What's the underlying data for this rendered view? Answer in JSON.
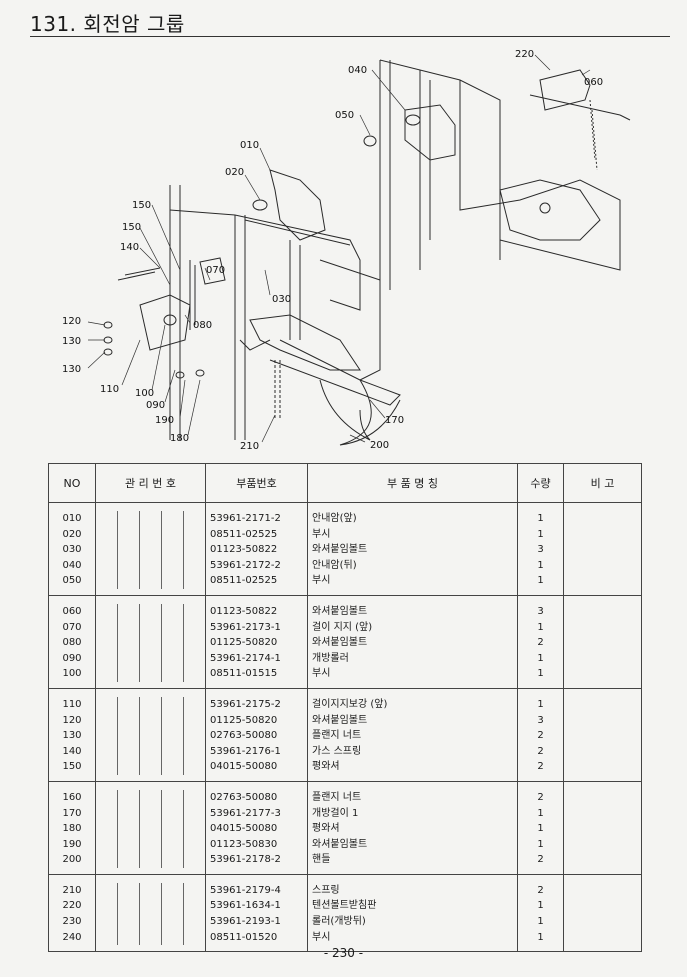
{
  "header": {
    "title": "131. 회전암 그룹"
  },
  "diagram": {
    "callouts": [
      "220",
      "060",
      "040",
      "050",
      "010",
      "020",
      "150",
      "150",
      "140",
      "070",
      "030",
      "080",
      "120",
      "130",
      "130",
      "110",
      "100",
      "090",
      "190",
      "180",
      "210",
      "200",
      "170"
    ]
  },
  "table": {
    "headers": {
      "no": "NO",
      "mgmt": "관 리 번 호",
      "partno": "부품번호",
      "name": "부   품   명   칭",
      "qty": "수량",
      "note": "비  고"
    },
    "groups": [
      [
        {
          "no": "010",
          "partno": "53961-2171-2",
          "name": "안내암(앞)",
          "qty": "1"
        },
        {
          "no": "020",
          "partno": "08511-02525",
          "name": "부시",
          "qty": "1"
        },
        {
          "no": "030",
          "partno": "01123-50822",
          "name": "와셔붙임볼트",
          "qty": "3"
        },
        {
          "no": "040",
          "partno": "53961-2172-2",
          "name": "안내암(뒤)",
          "qty": "1"
        },
        {
          "no": "050",
          "partno": "08511-02525",
          "name": "부시",
          "qty": "1"
        }
      ],
      [
        {
          "no": "060",
          "partno": "01123-50822",
          "name": "와셔붙임볼트",
          "qty": "3"
        },
        {
          "no": "070",
          "partno": "53961-2173-1",
          "name": "걸이 지지 (앞)",
          "qty": "1"
        },
        {
          "no": "080",
          "partno": "01125-50820",
          "name": "와셔붙임볼트",
          "qty": "2"
        },
        {
          "no": "090",
          "partno": "53961-2174-1",
          "name": "개방롤러",
          "qty": "1"
        },
        {
          "no": "100",
          "partno": "08511-01515",
          "name": "부시",
          "qty": "1"
        }
      ],
      [
        {
          "no": "110",
          "partno": "53961-2175-2",
          "name": "걸이지지보강 (앞)",
          "qty": "1"
        },
        {
          "no": "120",
          "partno": "01125-50820",
          "name": "와셔붙임볼트",
          "qty": "3"
        },
        {
          "no": "130",
          "partno": "02763-50080",
          "name": "플랜지 너트",
          "qty": "2"
        },
        {
          "no": "140",
          "partno": "53961-2176-1",
          "name": "가스 스프링",
          "qty": "2"
        },
        {
          "no": "150",
          "partno": "04015-50080",
          "name": "평와셔",
          "qty": "2"
        }
      ],
      [
        {
          "no": "160",
          "partno": "02763-50080",
          "name": "플랜지 너트",
          "qty": "2"
        },
        {
          "no": "170",
          "partno": "53961-2177-3",
          "name": "개방걸이 1",
          "qty": "1"
        },
        {
          "no": "180",
          "partno": "04015-50080",
          "name": "평와셔",
          "qty": "1"
        },
        {
          "no": "190",
          "partno": "01123-50830",
          "name": "와셔붙임볼트",
          "qty": "1"
        },
        {
          "no": "200",
          "partno": "53961-2178-2",
          "name": "핸들",
          "qty": "2"
        }
      ],
      [
        {
          "no": "210",
          "partno": "53961-2179-4",
          "name": "스프링",
          "qty": "2"
        },
        {
          "no": "220",
          "partno": "53961-1634-1",
          "name": "텐션볼트받침판",
          "qty": "1"
        },
        {
          "no": "230",
          "partno": "53961-2193-1",
          "name": "롤러(개방뒤)",
          "qty": "1"
        },
        {
          "no": "240",
          "partno": "08511-01520",
          "name": "부시",
          "qty": "1"
        }
      ]
    ]
  },
  "footer": {
    "page": "- 230 -"
  }
}
